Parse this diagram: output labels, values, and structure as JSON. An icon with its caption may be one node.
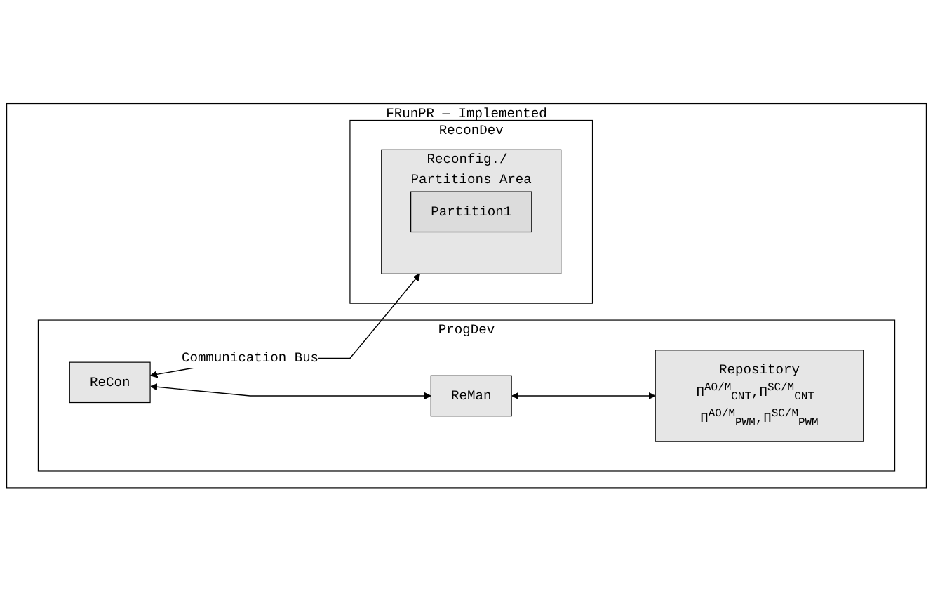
{
  "diagram": {
    "nodes": [
      {
        "text": [
          "FRunPR — Implemented"
        ]
      },
      {
        "text": [
          "ProgDev"
        ],
        "in": 0
      },
      {
        "text": [
          "ReCon"
        ],
        "in": 1
      },
      {
        "text": [
          "ReMan"
        ],
        "in": 1
      },
      {
        "text": [
          "Repository",
          "Π$^{AO/M}$$_{CNT}$,Π$^{SC/M}$$_{CNT}$ Π$^{AO/M}$$_{PWM}$,Π$^{SC/M}$$_{PWM}$"
        ],
        "in": 1
      },
      {
        "text": [
          "ReconDev"
        ],
        "in": 0
      },
      {
        "text": [
          "Reconfig./ Partitions Area"
        ],
        "in": 5
      },
      {
        "text": [
          "Partition1"
        ],
        "in": 6
      }
    ],
    "edges": [
      {
        "from": 2,
        "to": 6,
        "label": "Communication Bus",
        "arrow": "both"
      },
      {
        "from": 2,
        "to": 3,
        "arrow": "both"
      },
      {
        "from": 3,
        "to": 4,
        "arrow": "both"
      }
    ]
  }
}
